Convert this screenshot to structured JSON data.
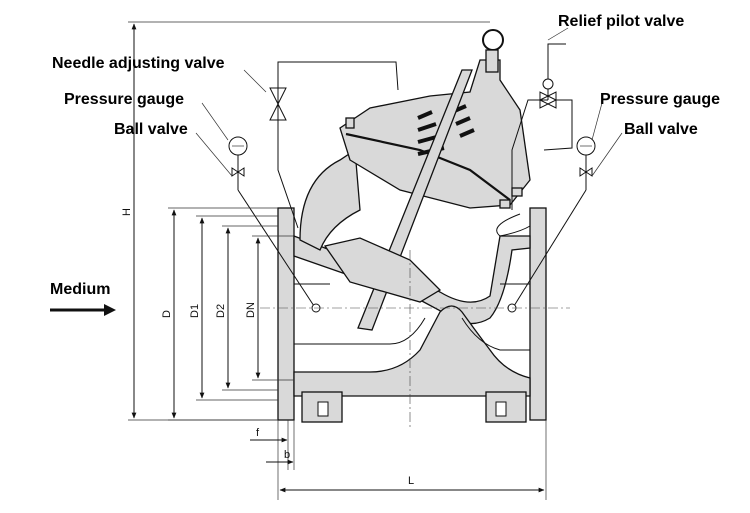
{
  "callouts": {
    "needle_valve": "Needle adjusting valve",
    "pressure_gauge_left": "Pressure gauge",
    "ball_valve_left": "Ball valve",
    "relief_pilot": "Relief pilot valve",
    "pressure_gauge_right": "Pressure gauge",
    "ball_valve_right": "Ball valve",
    "medium": "Medium"
  },
  "dimensions": {
    "H": "H",
    "D": "D",
    "D1": "D1",
    "D2": "D2",
    "DN": "DN",
    "f": "f",
    "b": "b",
    "L": "L"
  }
}
